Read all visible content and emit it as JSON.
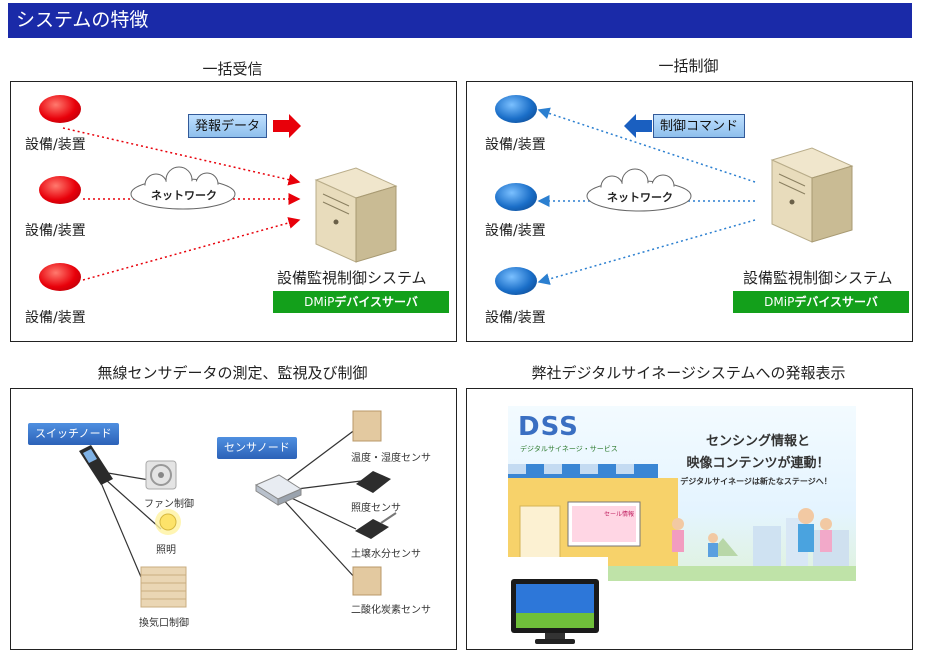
{
  "header": {
    "title": "システムの特徴"
  },
  "panel1": {
    "title": "一括受信",
    "devices": [
      "設備/装置",
      "設備/装置",
      "設備/装置"
    ],
    "notify_label": "発報データ",
    "network_label": "ネットワーク",
    "system_name": "設備監視制御システム",
    "server_prefix": "DMiP",
    "server_suffix": "デバイスサーバ"
  },
  "panel2": {
    "title": "一括制御",
    "devices": [
      "設備/装置",
      "設備/装置",
      "設備/装置"
    ],
    "command_label": "制御コマンド",
    "network_label": "ネットワーク",
    "system_name": "設備監視制御システム",
    "server_prefix": "DMiP",
    "server_suffix": "デバイスサーバ"
  },
  "panel3": {
    "title": "無線センサデータの測定、監視及び制御",
    "switch_node": "スイッチノード",
    "sensor_node": "センサノード",
    "switch_items": [
      "ファン制御",
      "照明",
      "換気口制御"
    ],
    "sensor_items": [
      "温度・湿度センサ",
      "照度センサ",
      "土壌水分センサ",
      "二酸化炭素センサ"
    ]
  },
  "panel4": {
    "title": "弊社デジタルサイネージシステムへの発報表示",
    "logo": "DSS",
    "logo_sub": "デジタルサイネージ・サービス",
    "headline1": "センシング情報と",
    "headline2": "映像コンテンツが連動！",
    "tagline": "デジタルサイネージは新たなステージへ！",
    "shop_sign": "セール情報"
  },
  "colors": {
    "header": "#1a2aa8",
    "accent_green": "#13a01b",
    "alert_red": "#e8000a",
    "device_blue": "#1a6ec8"
  }
}
